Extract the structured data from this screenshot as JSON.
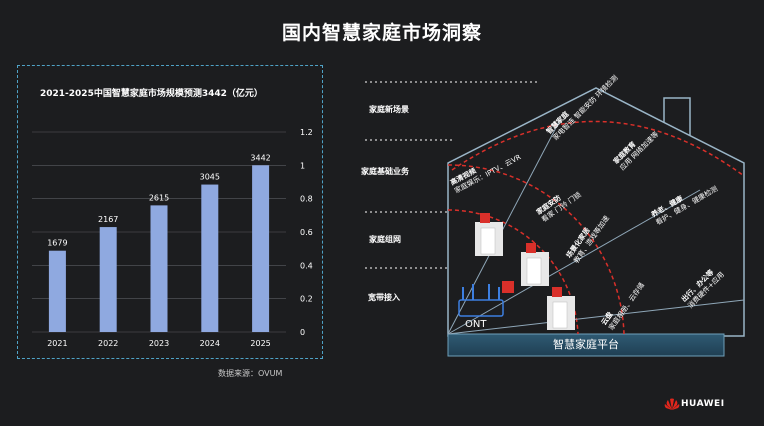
{
  "page": {
    "title": "国内智慧家庭市场洞察",
    "source": "数据来源：OVUM",
    "logo_text": "HUAWEI"
  },
  "chart_data": {
    "type": "bar",
    "title": "2021-2025中国智慧家庭市场规模预测3442（亿元）",
    "categories": [
      "2021",
      "2022",
      "2023",
      "2024",
      "2025"
    ],
    "values": [
      1679,
      2167,
      2615,
      3045,
      3442
    ],
    "y_ticks": [
      "0",
      "0.2",
      "0.4",
      "0.6",
      "0.8",
      "1",
      "1.2"
    ],
    "ylim": [
      0,
      1.2
    ],
    "axis_scale_max": 3442,
    "grid": true,
    "bar_color": "#8fa9e0"
  },
  "house": {
    "left_labels": [
      "家庭新场景",
      "家庭基础业务",
      "家庭组网",
      "宽带接入"
    ],
    "platform": "智慧家庭平台",
    "ont": "ONT",
    "segments": [
      {
        "title": "高清视频",
        "desc": "家庭娱乐：IPTV、云VR"
      },
      {
        "title": "智慧家庭",
        "desc": "家电智连 智能安防 环境检测"
      },
      {
        "title": "家庭教育",
        "desc": "应用 网络加速等"
      },
      {
        "title": "家庭安防",
        "desc": "看家 门铃 门锁"
      },
      {
        "title": "场景化家居",
        "desc": "教育、游戏等加速"
      },
      {
        "title": "养老、健康",
        "desc": "看护、健身、健康检测"
      },
      {
        "title": "云盘",
        "desc": "家庭相册、云存储"
      },
      {
        "title": "出行、办公等",
        "desc": "消费硬件+应用"
      }
    ]
  }
}
